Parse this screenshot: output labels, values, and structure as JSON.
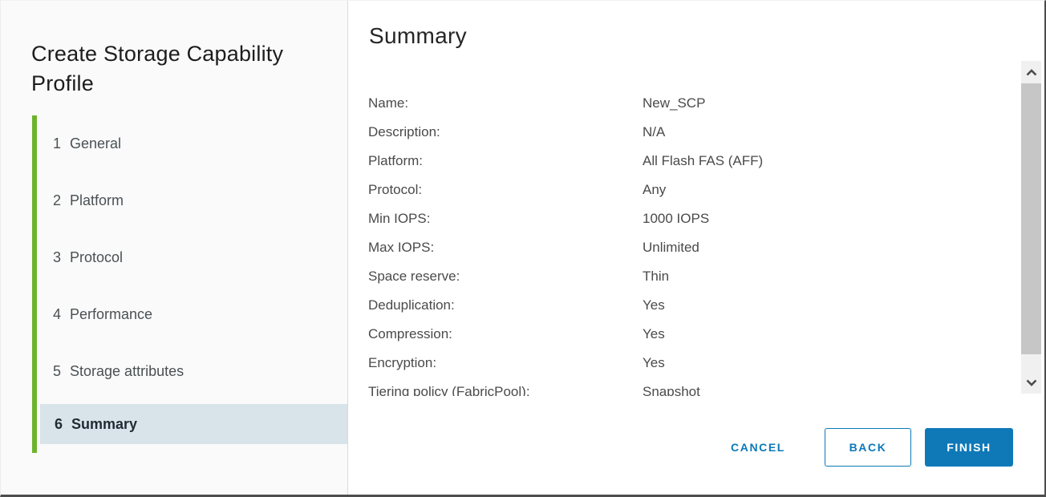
{
  "window": {
    "title": "Create Storage Capability Profile"
  },
  "steps": [
    {
      "number": "1",
      "label": "General",
      "active": false
    },
    {
      "number": "2",
      "label": "Platform",
      "active": false
    },
    {
      "number": "3",
      "label": "Protocol",
      "active": false
    },
    {
      "number": "4",
      "label": "Performance",
      "active": false
    },
    {
      "number": "5",
      "label": "Storage attributes",
      "active": false
    },
    {
      "number": "6",
      "label": "Summary",
      "active": true
    }
  ],
  "panel": {
    "heading": "Summary"
  },
  "summary_rows": [
    {
      "label": "Name:",
      "value": "New_SCP"
    },
    {
      "label": "Description:",
      "value": "N/A"
    },
    {
      "label": "Platform:",
      "value": "All Flash FAS (AFF)"
    },
    {
      "label": "Protocol:",
      "value": "Any"
    },
    {
      "label": "Min IOPS:",
      "value": "1000 IOPS"
    },
    {
      "label": "Max IOPS:",
      "value": "Unlimited"
    },
    {
      "label": "Space reserve:",
      "value": "Thin"
    },
    {
      "label": "Deduplication:",
      "value": "Yes"
    },
    {
      "label": "Compression:",
      "value": "Yes"
    },
    {
      "label": "Encryption:",
      "value": "Yes"
    },
    {
      "label": "Tiering policy (FabricPool):",
      "value": "Snapshot"
    }
  ],
  "footer": {
    "cancel_label": "CANCEL",
    "back_label": "BACK",
    "finish_label": "FINISH"
  },
  "icons": {
    "scroll_up": "chevron-up-icon",
    "scroll_down": "chevron-down-icon"
  },
  "colors": {
    "accent_blue": "#0f79b8",
    "accent_green": "#6db32e",
    "active_step_bg": "#d9e3ea",
    "text_dark": "#1d1d1d",
    "text_gray": "#4a4a4a"
  }
}
